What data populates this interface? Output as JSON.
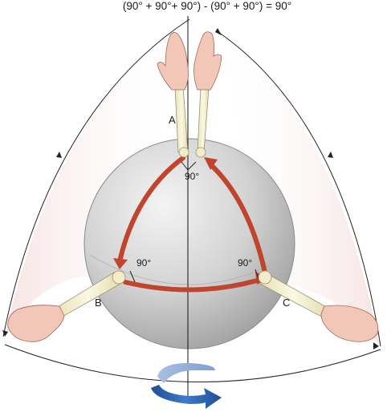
{
  "equation": "(90° + 90°+ 90°) - (90° + 90°) = 90°",
  "points": {
    "a": "A",
    "b": "B",
    "c": "C"
  },
  "angles": {
    "a": "90°",
    "b": "90°",
    "c": "90°"
  },
  "colors": {
    "sphere": "#c9c9c9",
    "path_arrow": "#c0452f",
    "rotation_arrow": "#2d64b4",
    "arm": "#f1ecc8",
    "hand": "#f2c7b7"
  },
  "icons": [
    "raised-hands",
    "left-hand",
    "right-hand",
    "rotation-arrow"
  ]
}
